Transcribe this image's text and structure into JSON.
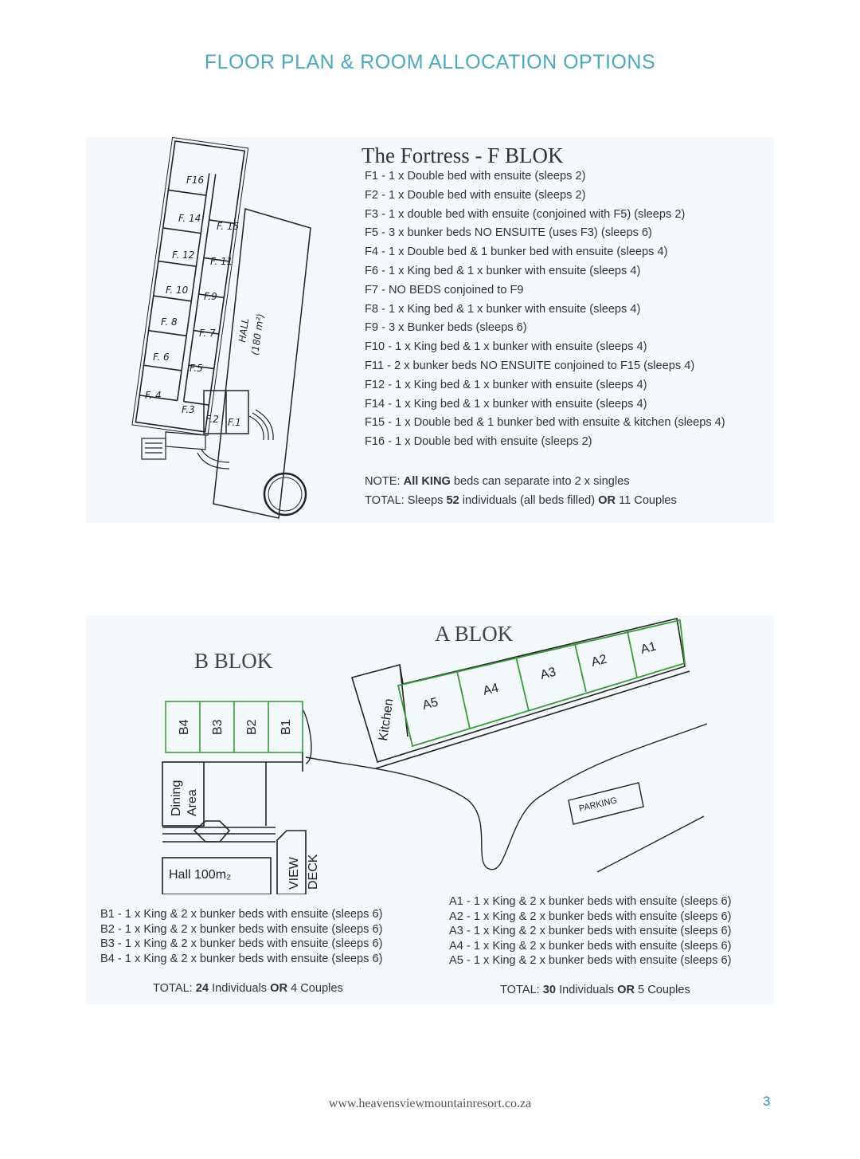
{
  "page_title": "FLOOR PLAN & ROOM ALLOCATION OPTIONS",
  "f_blok": {
    "heading": "The Fortress - F BLOK",
    "rooms": [
      "F1 - 1 x Double bed with ensuite (sleeps 2)",
      "F2 - 1 x Double bed with ensuite (sleeps 2)",
      "F3 - 1 x double bed with ensuite (conjoined with F5) (sleeps 2)",
      "F5 - 3 x bunker beds NO ENSUITE (uses F3) (sleeps 6)",
      "F4 - 1 x Double bed & 1 bunker bed with ensuite (sleeps 4)",
      "F6 - 1 x King bed & 1 x bunker with ensuite (sleeps 4)",
      "F7 - NO BEDS conjoined to F9",
      "F8 - 1 x King bed & 1 x bunker with ensuite (sleeps 4)",
      "F9 - 3 x Bunker beds (sleeps 6)",
      "F10 - 1 x King bed & 1 x bunker with ensuite (sleeps 4)",
      "F11 - 2 x bunker beds NO ENSUITE conjoined to F15 (sleeps 4)",
      "F12 - 1 x King bed & 1 x bunker with ensuite (sleeps 4)",
      "F14 - 1 x King bed & 1 x bunker with ensuite (sleeps 4)",
      "F15 - 1 x Double bed & 1 bunker bed with ensuite & kitchen (sleeps 4)",
      "F16 - 1 x Double bed with ensuite (sleeps 2)"
    ],
    "note": {
      "prefix": "NOTE: ",
      "bold": "All KING",
      "suffix": " beds can separate into 2 x singles"
    },
    "total": {
      "prefix": "TOTAL: Sleeps ",
      "count": "52",
      "middle": " individuals (all beds filled) ",
      "or": "OR",
      "suffix": " 11 Couples"
    },
    "plan_labels": {
      "f16": "F16",
      "f14": "F. 14",
      "f12": "F. 12",
      "f10": "F. 10",
      "f8": "F. 8",
      "f6": "F. 6",
      "f4": "F. 4",
      "f15": "F. 15",
      "f11": "F. 11",
      "f9": "F.9",
      "f7": "F. 7",
      "f5": "F.5",
      "f3": "F.3",
      "f2": "F.2",
      "f1": "F.1",
      "hall": "HALL",
      "hall_size": "(180 m²)"
    }
  },
  "a_blok": {
    "heading": "A BLOK",
    "rooms": [
      "A1 -  1 x King & 2 x bunker beds with ensuite (sleeps 6)",
      "A2 -  1 x King & 2 x bunker beds with ensuite (sleeps 6)",
      "A3 -  1 x King & 2 x bunker beds with ensuite (sleeps 6)",
      "A4 -  1 x King & 2 x bunker beds with ensuite (sleeps 6)",
      "A5 -  1 x King & 2 x bunker beds with ensuite (sleeps 6)"
    ],
    "total": {
      "prefix": "TOTAL: ",
      "count": "30",
      "middle": " Individuals ",
      "or": "OR",
      "suffix": " 5 Couples"
    },
    "plan_labels": {
      "a1": "A1",
      "a2": "A2",
      "a3": "A3",
      "a4": "A4",
      "a5": "A5",
      "kitchen": "Kitchen",
      "parking": "PARKING"
    }
  },
  "b_blok": {
    "heading": "B BLOK",
    "rooms": [
      "B1 -  1 x King & 2 x bunker beds with ensuite (sleeps 6)",
      "B2 -  1 x King & 2 x bunker beds with ensuite (sleeps 6)",
      "B3 -  1 x King & 2 x bunker beds with ensuite (sleeps 6)",
      "B4 -  1 x King & 2 x bunker beds with ensuite (sleeps 6)"
    ],
    "total": {
      "prefix": "TOTAL: ",
      "count": "24",
      "middle": " Individuals ",
      "or": "OR",
      "suffix": " 4 Couples"
    },
    "plan_labels": {
      "b1": "B1",
      "b2": "B2",
      "b3": "B3",
      "b4": "B4",
      "dining": "Dining",
      "area": "Area",
      "hall": "Hall 100m₂",
      "view": "VIEW",
      "deck": "DECK"
    }
  },
  "footer": {
    "url": "www.heavensviewmountainresort.co.za",
    "page_number": "3"
  },
  "colors": {
    "title": "#4aa9bd",
    "panel": "#f4f9fb",
    "room_outline": "#3a9a3a",
    "page_number": "#2a8fb0"
  }
}
